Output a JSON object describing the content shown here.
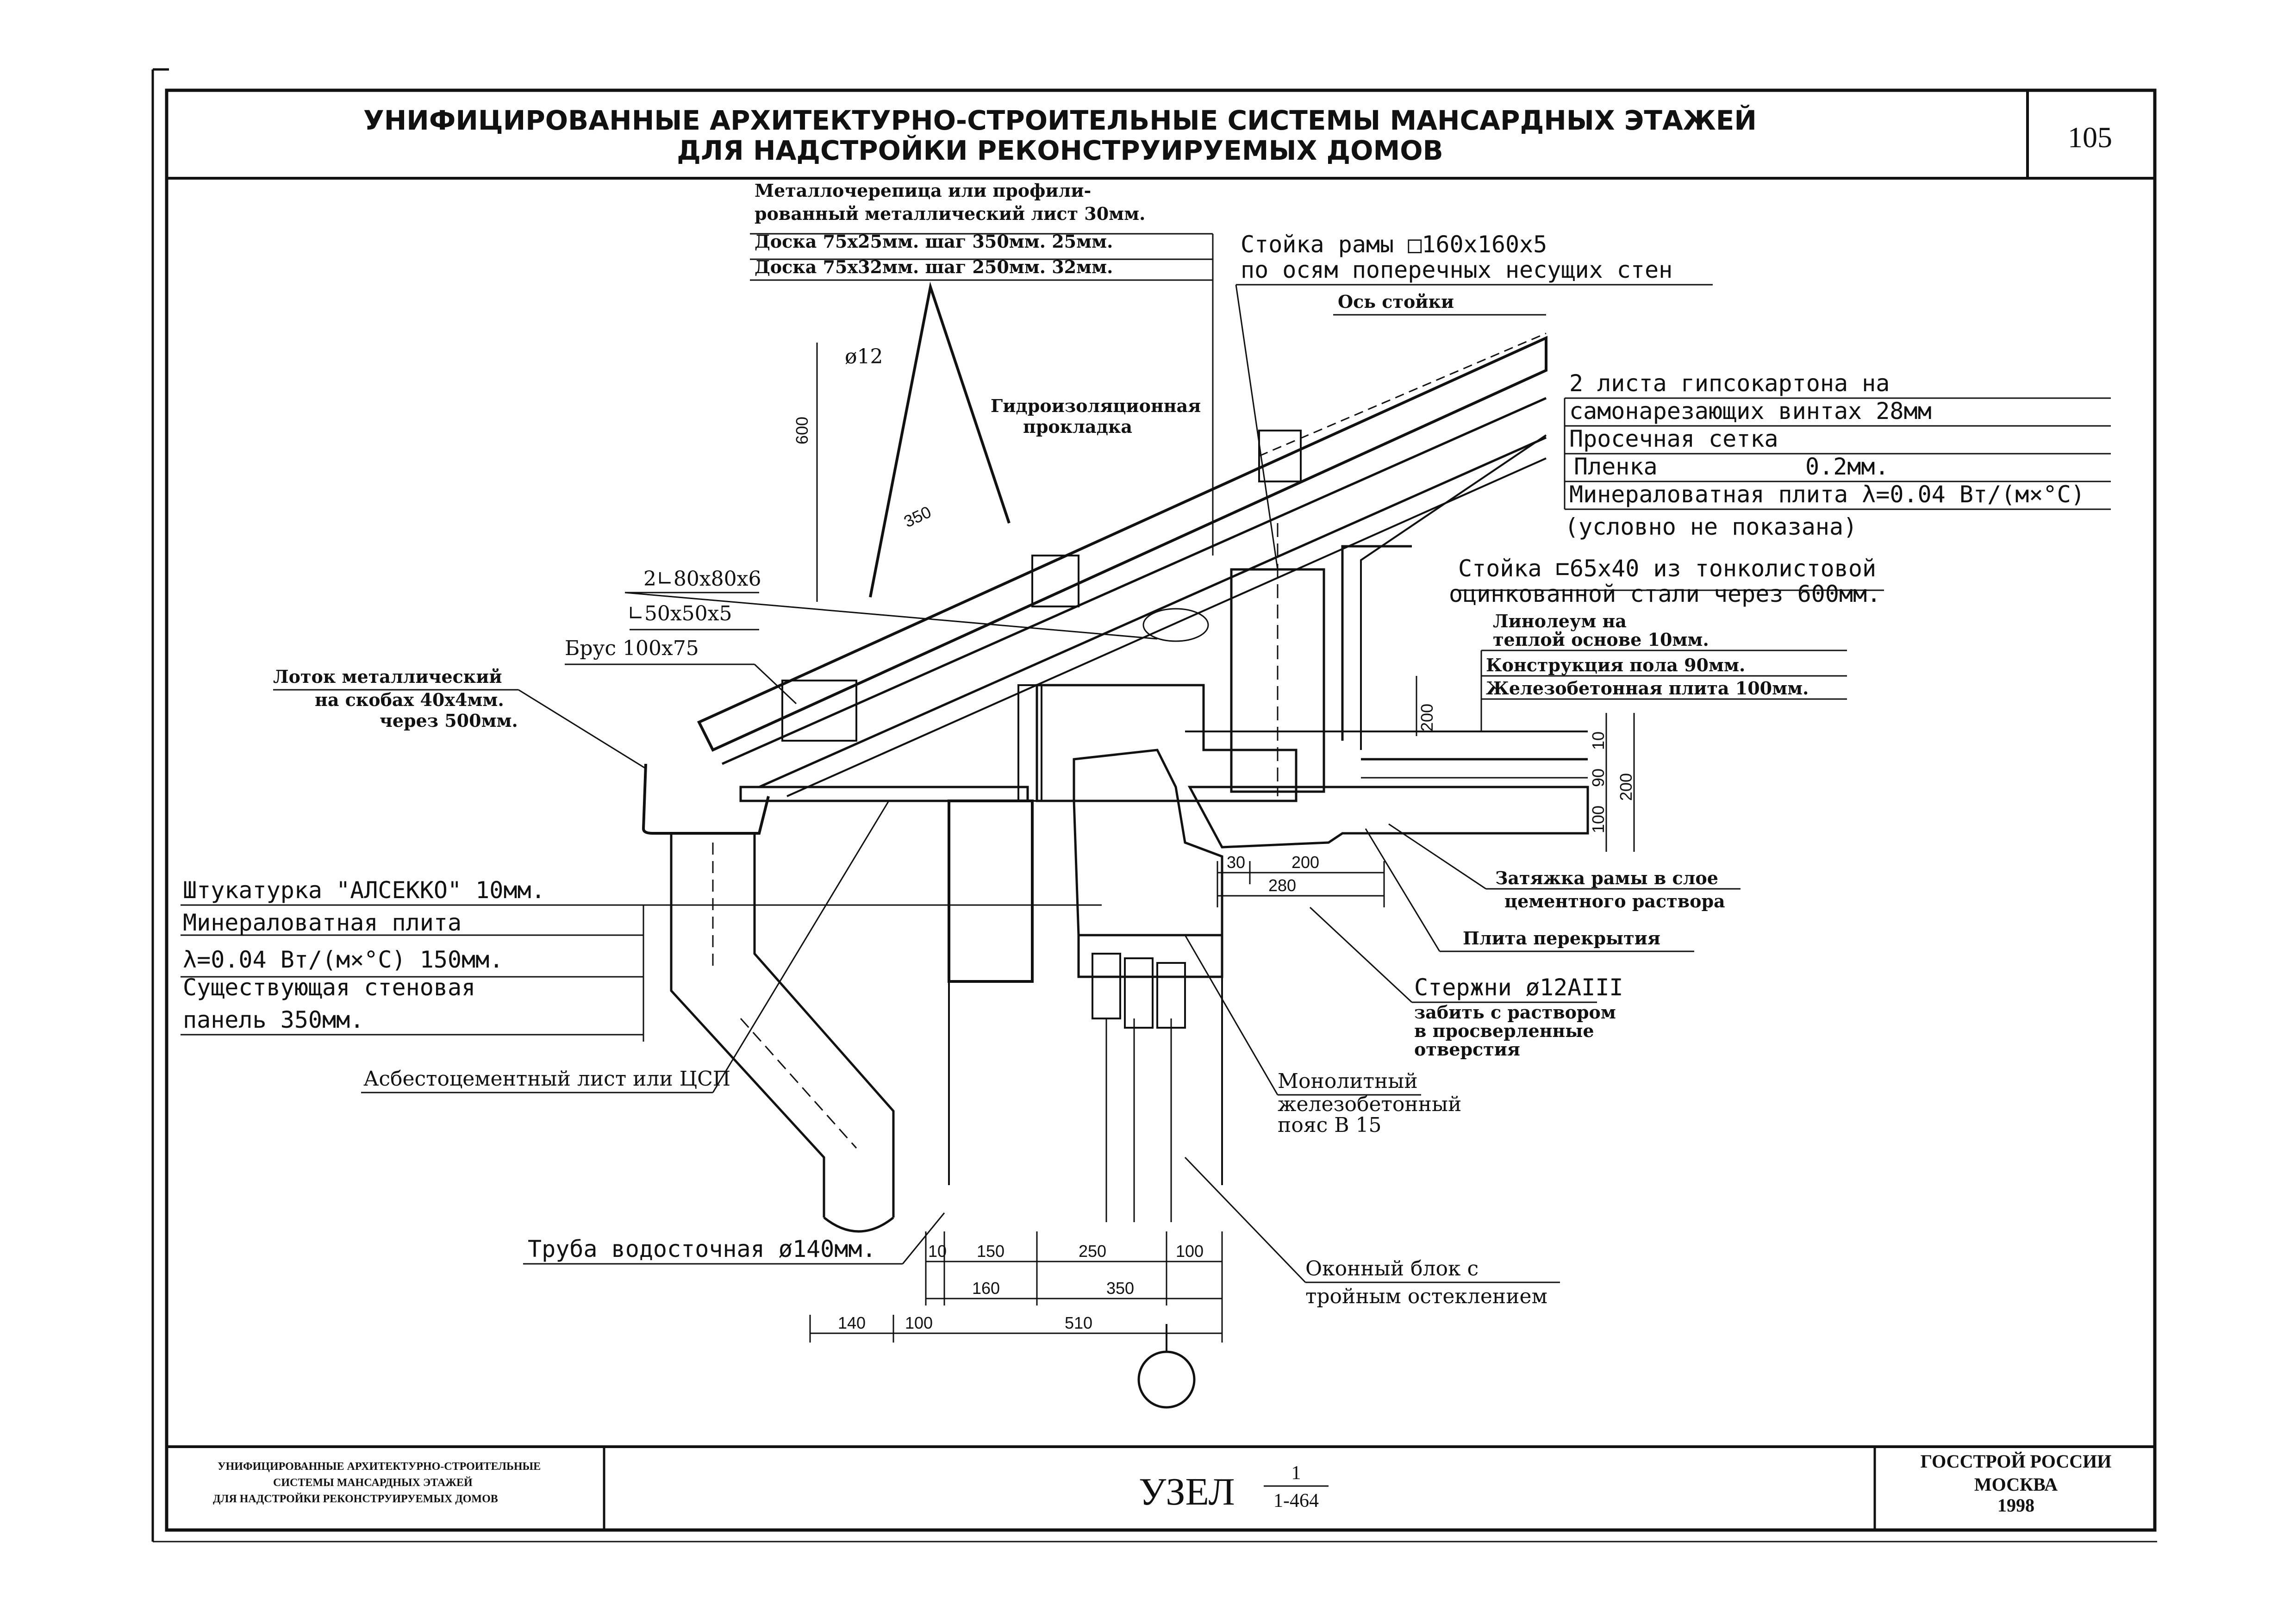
{
  "header": {
    "title_line1": "УНИФИЦИРОВАННЫЕ АРХИТЕКТУРНО-СТРОИТЕЛЬНЫЕ СИСТЕМЫ МАНСАРДНЫХ ЭТАЖЕЙ",
    "title_line2": "ДЛЯ НАДСТРОЙКИ РЕКОНСТРУИРУЕМЫХ ДОМОВ",
    "page_number": "105"
  },
  "roof_labels": {
    "metal_tile_1": "Металлочерепица или профили-",
    "metal_tile_2": "рованный металлический лист  30мм.",
    "board_1": "Доска 75х25мм. шаг 350мм.     25мм.",
    "board_2": "Доска 75х32мм. шаг 250мм.     32мм.",
    "diameter_12": "ø12",
    "waterproof_1": "Гидроизоляционная",
    "waterproof_2": "прокладка",
    "dim_600": "600",
    "dim_350": "350",
    "angle_80": "2∟80х80х6",
    "angle_50": "∟50х50х5",
    "beam": "Брус 100х75",
    "gutter_1": "Лоток металлический",
    "gutter_2": "на скобах 40х4мм.",
    "gutter_3": "через 500мм."
  },
  "frame_labels": {
    "post_1": "Стойка рамы □160х160х5",
    "post_2": "по осям поперечных несущих стен",
    "axis": "Ось стойки",
    "drywall_1": "2 листа гипсокартона на",
    "drywall_2": "самонарезающих винтах     28мм",
    "mesh": "Просечная сетка",
    "film_label": "Пленка",
    "film_value": "0.2мм.",
    "mineral_top": "Минераловатная плита λ=0.04 Вт/(м×°С)",
    "not_shown": "(условно не показана)",
    "stud_1": "Стойка ⊏65х40 из тонколистовой",
    "stud_2": "оцинкованной стали через 600мм.",
    "linoleum_1": "Линолеум на",
    "linoleum_2": "теплой основе          10мм.",
    "floor": "Конструкция пола      90мм.",
    "slab": "Железобетонная плита  100мм.",
    "dim_200a": "200",
    "dim_10": "10",
    "dim_90": "90",
    "dim_100": "100",
    "dim_200b": "200"
  },
  "wall_labels": {
    "plaster": "Штукатурка \"АЛСЕККО\"   10мм.",
    "mineral_1": "Минераловатная плита",
    "mineral_2": "λ=0.04 Вт/(м×°С)       150мм.",
    "panel_1": "Существующая стеновая",
    "panel_2": "панель              350мм.",
    "asbestos": "Асбестоцементный лист или ЦСП",
    "pipe": "Труба водосточная ø140мм.",
    "tie_1": "Затяжка рамы в слое",
    "tie_2": "цементного раствора",
    "floor_slab": "Плита перекрытия",
    "rod_1": "Стержни ø12АIII",
    "rod_2": "забить с раствором",
    "rod_3": "в просверленные",
    "rod_4": "отверстия",
    "mono_1": "Монолитный",
    "mono_2": "железобетонный",
    "mono_3": "пояс В 15",
    "window_1": "Оконный блок с",
    "window_2": "тройным остеклением"
  },
  "dimensions": {
    "d30": "30",
    "d200": "200",
    "d280": "280",
    "r1": [
      "10",
      "150",
      "250",
      "100"
    ],
    "r2": [
      "160",
      "350"
    ],
    "r3": [
      "140",
      "100",
      "510"
    ]
  },
  "stamp": {
    "left_1": "УНИФИЦИРОВАННЫЕ АРХИТЕКТУРНО-СТРОИТЕЛЬНЫЕ",
    "left_2": "СИСТЕМЫ МАНСАРДНЫХ ЭТАЖЕЙ",
    "left_3": "ДЛЯ НАДСТРОЙКИ РЕКОНСТРУИРУЕМЫХ ДОМОВ",
    "uzel": "УЗЕЛ",
    "frac_top": "1",
    "frac_bottom": "1-464",
    "org_1": "ГОССТРОЙ РОССИИ",
    "org_2": "МОСКВА",
    "year": "1998"
  }
}
